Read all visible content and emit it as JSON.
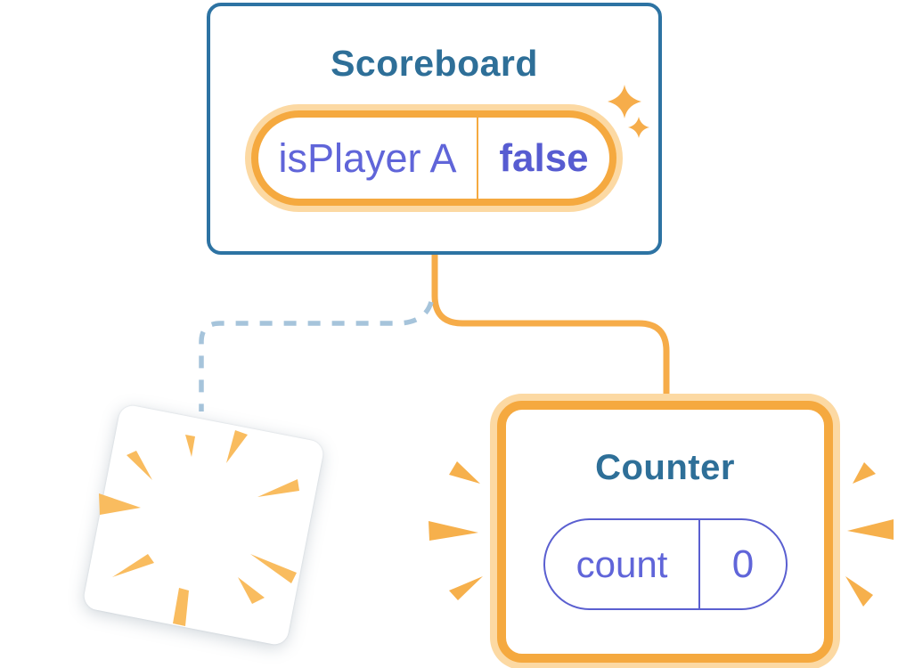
{
  "canvas": {
    "background": "#FFFFFF"
  },
  "colors": {
    "card_border_blue": "#2D73A3",
    "title_blue": "#2E6F98",
    "highlight_orange": "#F5A93F",
    "highlight_halo": "#FCD9A3",
    "connector_orange": "#F6AC49",
    "connector_dashed_blue": "#A6C4DB",
    "state_text_purple": "#6065D9",
    "state_value_purple_bold": "#575CD1",
    "state_pill_border_purple": "#5A5FD0",
    "burst_ray_orange": "#F9BC5F",
    "emphasis_ray_orange": "#F6B04C",
    "sparkle_orange": "#F6AD4B"
  },
  "scoreboard": {
    "title": "Scoreboard",
    "state": {
      "name": "isPlayer A",
      "value": "false"
    }
  },
  "counter": {
    "title": "Counter",
    "state": {
      "name": "count",
      "value": "0"
    }
  },
  "icons": {
    "sparkles": "sparkles-icon",
    "burst": "burst-rays-icon",
    "emphasis_left": "emphasis-rays-left-icon",
    "emphasis_right": "emphasis-rays-right-icon"
  }
}
